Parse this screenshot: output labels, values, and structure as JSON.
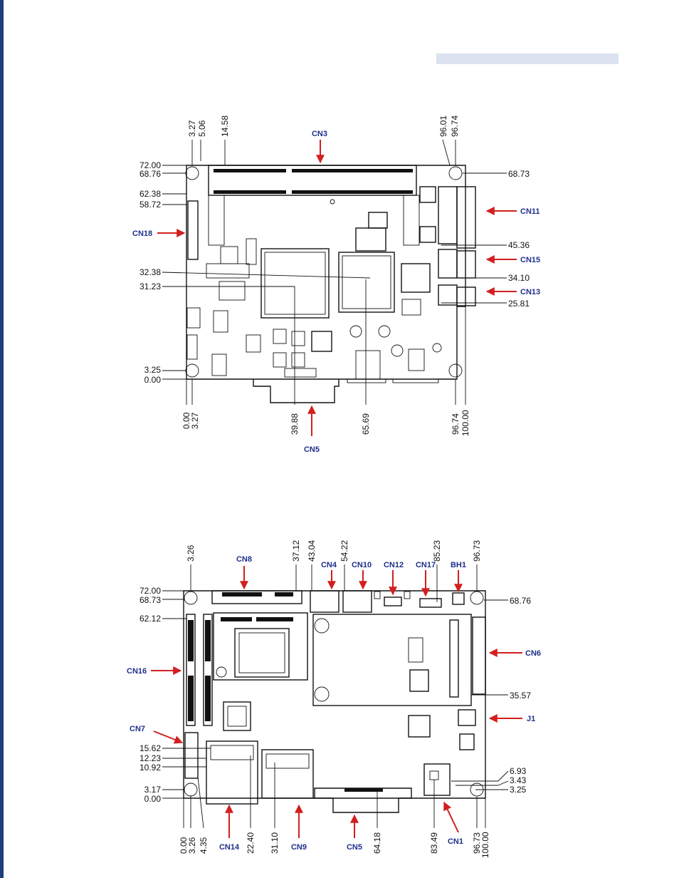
{
  "top_diagram": {
    "dims_top": [
      "3.27",
      "5.06",
      "14.58",
      "96.01",
      "96.74"
    ],
    "dims_left": [
      "72.00",
      "68.76",
      "62.38",
      "58.72",
      "32.38",
      "31.23",
      "3.25",
      "0.00"
    ],
    "dims_right": [
      "68.73",
      "45.36",
      "34.10",
      "25.81"
    ],
    "dims_bottom": [
      "0.00",
      "3.27",
      "39.88",
      "65.69",
      "96.74",
      "100.00"
    ],
    "connectors": {
      "cn3": "CN3",
      "cn11": "CN11",
      "cn15": "CN15",
      "cn13": "CN13",
      "cn18": "CN18",
      "cn5": "CN5"
    }
  },
  "bottom_diagram": {
    "dims_top": [
      "3.26",
      "37.12",
      "43.04",
      "54.22",
      "85.23",
      "96.73"
    ],
    "dims_left": [
      "72.00",
      "68.73",
      "62.12",
      "15.62",
      "12.23",
      "10.92",
      "3.17",
      "0.00"
    ],
    "dims_right": [
      "68.76",
      "35.57",
      "6.93",
      "3.43",
      "3.25"
    ],
    "dims_bottom": [
      "0.00",
      "3.26",
      "4.35",
      "22.40",
      "31.10",
      "64.18",
      "83.49",
      "96.73",
      "100.00"
    ],
    "connectors": {
      "cn8": "CN8",
      "cn4": "CN4",
      "cn10": "CN10",
      "cn12": "CN12",
      "cn17": "CN17",
      "bh1": "BH1",
      "cn6": "CN6",
      "j1": "J1",
      "cn16": "CN16",
      "cn7": "CN7",
      "cn14": "CN14",
      "cn9": "CN9",
      "cn5": "CN5",
      "cn1": "CN1"
    }
  },
  "colors": {
    "arrow": "#d21f1f",
    "label": "#1f2f8a",
    "header_bar": "#dbe3f0",
    "side_bar": "#1f3f78"
  }
}
